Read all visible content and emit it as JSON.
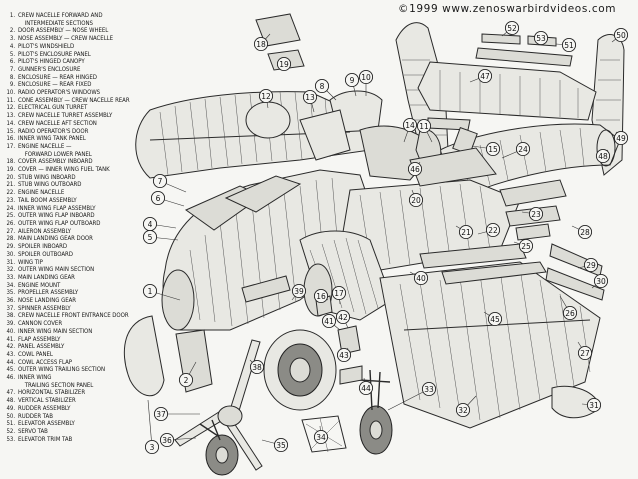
{
  "copyright": "©1999 www.zenoswarbirdvideos.com",
  "legend": [
    {
      "n": "1.",
      "t": "CREW NACELLE FORWARD AND"
    },
    {
      "n": "",
      "t": "    INTERMEDIATE SECTIONS"
    },
    {
      "n": "2.",
      "t": "DOOR ASSEMBLY — NOSE WHEEL"
    },
    {
      "n": "3.",
      "t": "NOSE ASSEMBLY — CREW NACELLE"
    },
    {
      "n": "4.",
      "t": "PILOT'S WINDSHIELD"
    },
    {
      "n": "5.",
      "t": "PILOT'S ENCLOSURE PANEL"
    },
    {
      "n": "6.",
      "t": "PILOT'S HINGED CANOPY"
    },
    {
      "n": "7.",
      "t": "GUNNER'S ENCLOSURE"
    },
    {
      "n": "8.",
      "t": "ENCLOSURE — REAR HINGED"
    },
    {
      "n": "9.",
      "t": "ENCLOSURE — REAR FIXED"
    },
    {
      "n": "10.",
      "t": "RADIO OPERATOR'S WINDOWS"
    },
    {
      "n": "11.",
      "t": "CONE ASSEMBLY — CREW NACELLE REAR"
    },
    {
      "n": "12.",
      "t": "ELECTRICAL GUN TURRET"
    },
    {
      "n": "13.",
      "t": "CREW NACELLE TURRET ASSEMBLY"
    },
    {
      "n": "14.",
      "t": "CREW NACELLE AFT SECTION"
    },
    {
      "n": "15.",
      "t": "RADIO OPERATOR'S DOOR"
    },
    {
      "n": "16.",
      "t": "INNER WING TANK PANEL"
    },
    {
      "n": "17.",
      "t": "ENGINE NACELLE —"
    },
    {
      "n": "",
      "t": "    FORWARD LOWER PANEL"
    },
    {
      "n": "18.",
      "t": "COVER ASSEMBLY INBOARD"
    },
    {
      "n": "19.",
      "t": "COVER — INNER WING FUEL TANK"
    },
    {
      "n": "20.",
      "t": "STUB WING INBOARD"
    },
    {
      "n": "21.",
      "t": "STUB WING OUTBOARD"
    },
    {
      "n": "22.",
      "t": "ENGINE NACELLE"
    },
    {
      "n": "23.",
      "t": "TAIL BOOM ASSEMBLY"
    },
    {
      "n": "24.",
      "t": "INNER WING FLAP ASSEMBLY"
    },
    {
      "n": "25.",
      "t": "OUTER WING FLAP INBOARD"
    },
    {
      "n": "26.",
      "t": "OUTER WING FLAP OUTBOARD"
    },
    {
      "n": "27.",
      "t": "AILERON ASSEMBLY"
    },
    {
      "n": "28.",
      "t": "MAIN LANDING GEAR DOOR"
    },
    {
      "n": "29.",
      "t": "SPOILER INBOARD"
    },
    {
      "n": "30.",
      "t": "SPOILER OUTBOARD"
    },
    {
      "n": "31.",
      "t": "WING TIP"
    },
    {
      "n": "32.",
      "t": "OUTER WING MAIN SECTION"
    },
    {
      "n": "33.",
      "t": "MAIN LANDING GEAR"
    },
    {
      "n": "34.",
      "t": "ENGINE MOUNT"
    },
    {
      "n": "35.",
      "t": "PROPELLER ASSEMBLY"
    },
    {
      "n": "36.",
      "t": "NOSE LANDING GEAR"
    },
    {
      "n": "37.",
      "t": "SPINNER ASSEMBLY"
    },
    {
      "n": "38.",
      "t": "CREW NACELLE FRONT ENTRANCE DOOR"
    },
    {
      "n": "39.",
      "t": "CANNON COVER"
    },
    {
      "n": "40.",
      "t": "INNER WING MAIN SECTION"
    },
    {
      "n": "41.",
      "t": "FLAP ASSEMBLY"
    },
    {
      "n": "42.",
      "t": "PANEL ASSEMBLY"
    },
    {
      "n": "43.",
      "t": "COWL PANEL"
    },
    {
      "n": "44.",
      "t": "COWL ACCESS FLAP"
    },
    {
      "n": "45.",
      "t": "OUTER WING TRAILING SECTION"
    },
    {
      "n": "46.",
      "t": "INNER WING"
    },
    {
      "n": "",
      "t": "    TRAILING SECTION PANEL"
    },
    {
      "n": "47.",
      "t": "HORIZONTAL STABILIZER"
    },
    {
      "n": "48.",
      "t": "VERTICAL STABILIZER"
    },
    {
      "n": "49.",
      "t": "RUDDER ASSEMBLY"
    },
    {
      "n": "50.",
      "t": "RUDDER TAB"
    },
    {
      "n": "51.",
      "t": "ELEVATOR ASSEMBLY"
    },
    {
      "n": "52.",
      "t": "SERVO TAB"
    },
    {
      "n": "53.",
      "t": "ELEVATOR TRIM TAB"
    }
  ],
  "callouts": [
    "1",
    "2",
    "3",
    "4",
    "5",
    "6",
    "7",
    "8",
    "9",
    "10",
    "11",
    "12",
    "13",
    "14",
    "15",
    "16",
    "17",
    "18",
    "19",
    "20",
    "21",
    "22",
    "23",
    "24",
    "25",
    "26",
    "27",
    "28",
    "29",
    "30",
    "31",
    "32",
    "33",
    "34",
    "35",
    "36",
    "37",
    "38",
    "39",
    "40",
    "41",
    "42",
    "43",
    "44",
    "45",
    "46",
    "47",
    "48",
    "49",
    "50",
    "51",
    "52",
    "53"
  ]
}
